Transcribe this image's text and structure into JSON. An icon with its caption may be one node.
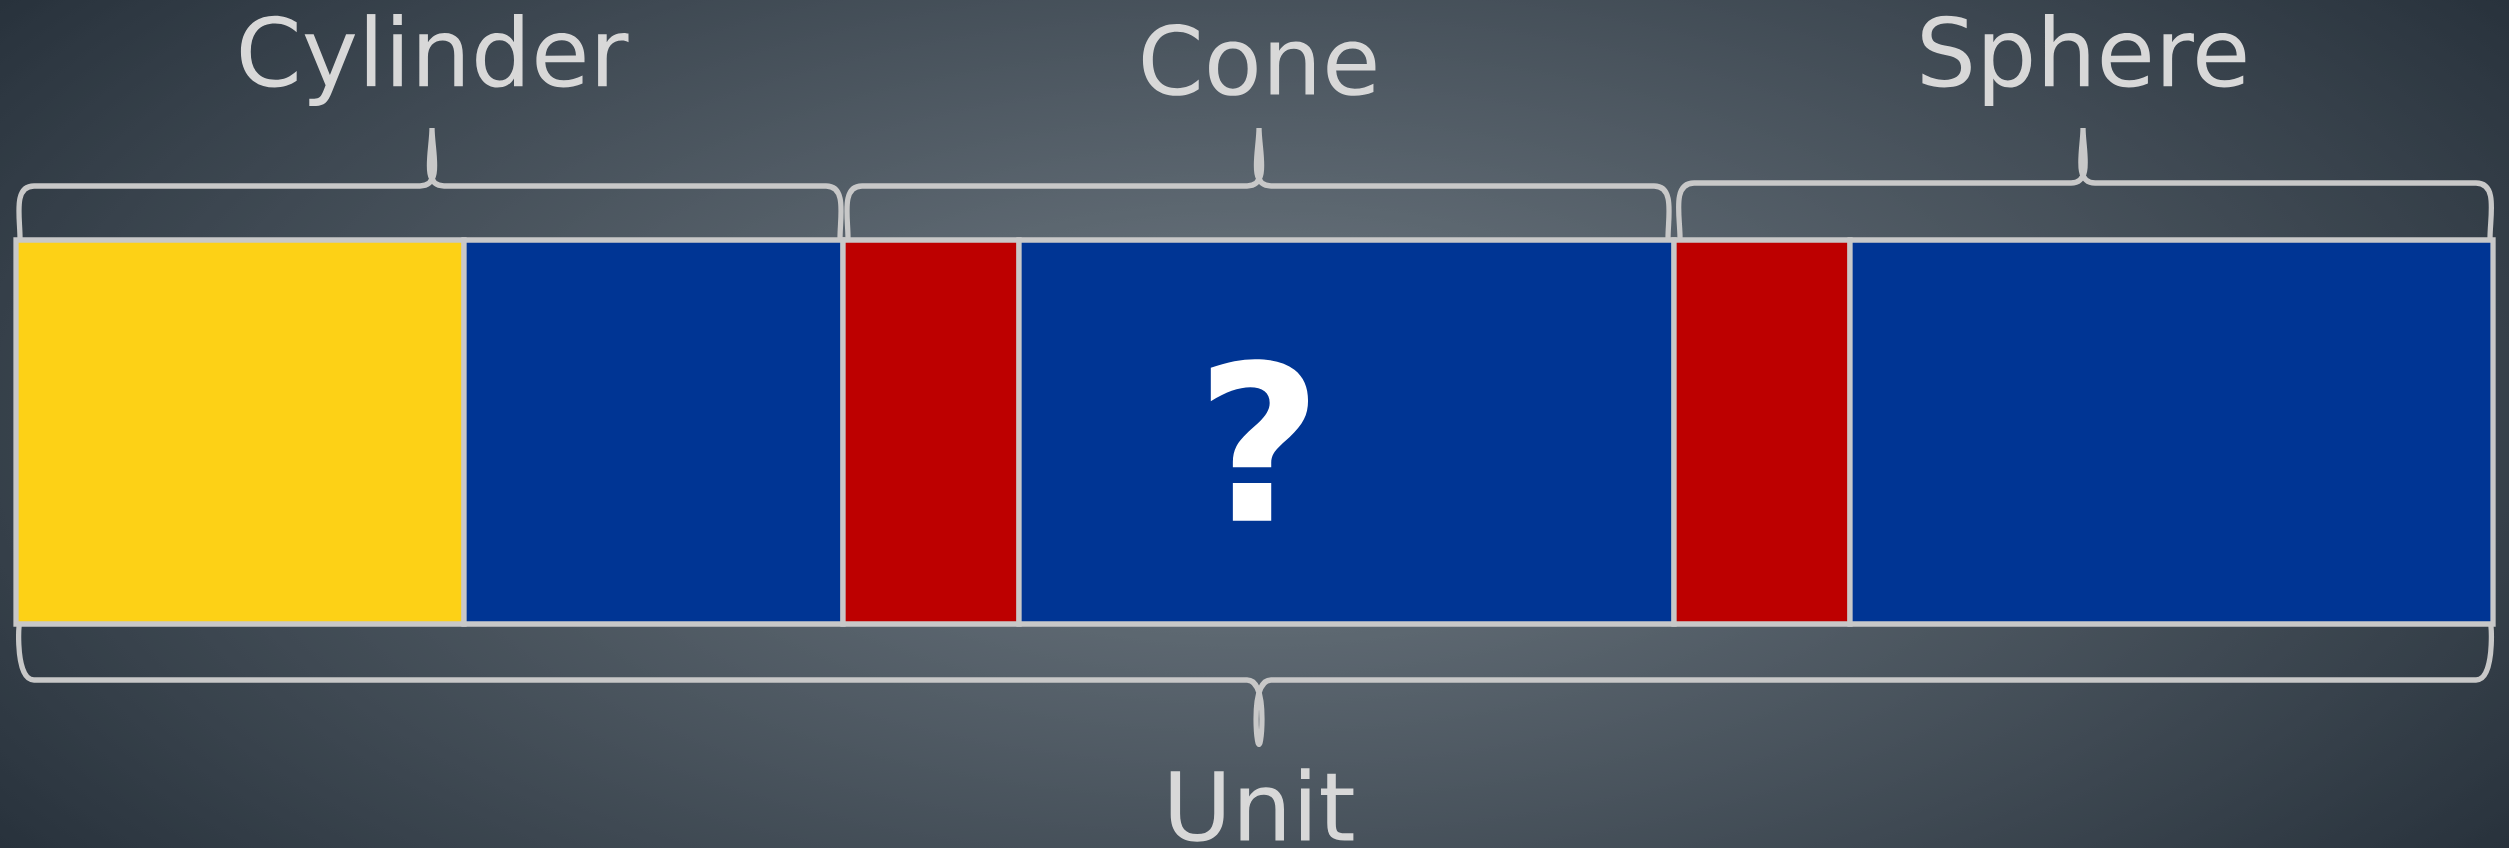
{
  "diagram": {
    "nodes": [
      {
        "text": [],
        "shape": "box"
      },
      {
        "text": [],
        "shape": "box"
      },
      {
        "text": [],
        "shape": "box"
      },
      {
        "text": [
          "?"
        ]
      },
      {
        "text": [],
        "shape": "box"
      },
      {
        "text": [],
        "shape": "box"
      }
    ],
    "labels": [
      "Cylinder",
      "Cone",
      "Sphere",
      "Unit"
    ]
  }
}
